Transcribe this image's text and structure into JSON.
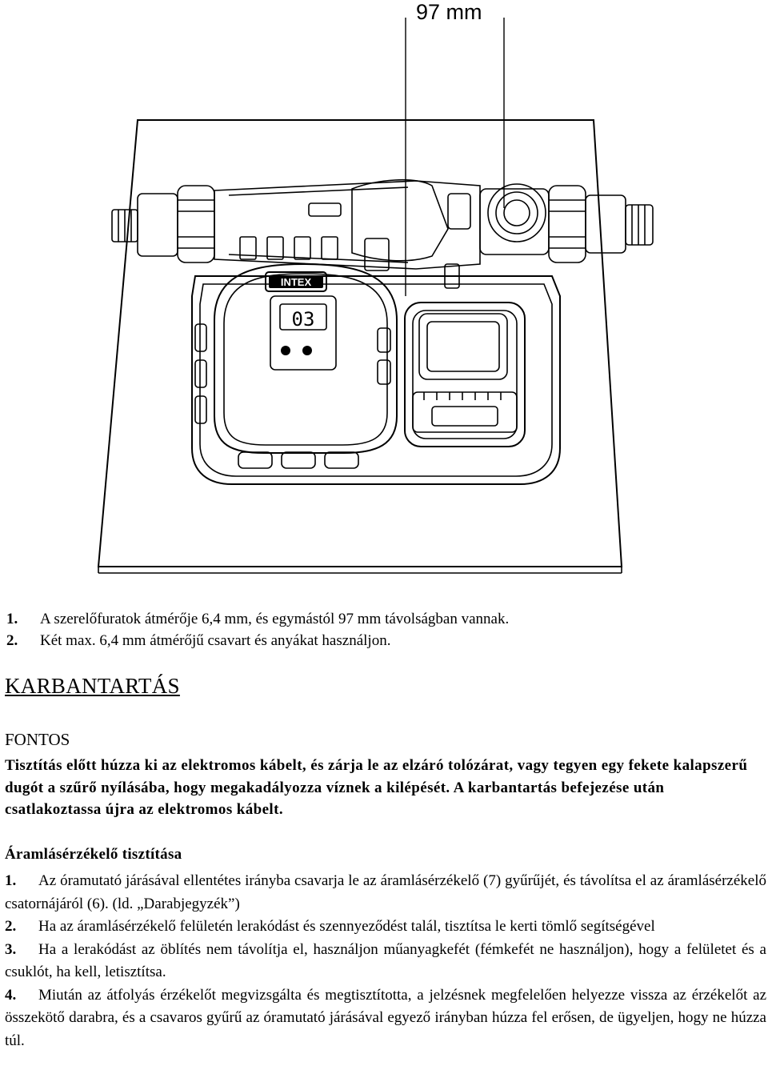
{
  "figure": {
    "dimension_label": "97 mm",
    "brand_logo": "INTEX",
    "display_value": "03"
  },
  "install_notes": [
    {
      "num": "1.",
      "text": "A szerelőfuratok átmérője 6,4 mm, és egymástól 97 mm távolságban vannak."
    },
    {
      "num": "2.",
      "text": "Két max. 6,4 mm átmérőjű csavart és anyákat használjon."
    }
  ],
  "section_title": "KARBANTARTÁS",
  "important": {
    "heading": "FONTOS",
    "text": "Tisztítás előtt húzza ki az elektromos kábelt, és zárja le az elzáró tolózárat, vagy tegyen egy fekete kalapszerű dugót a szűrő nyílásába, hogy megakadályozza víznek a kilépését. A karbantartás befejezése után csatlakoztassa újra az elektromos kábelt."
  },
  "subsection_title": "Áramlásérzékelő tisztítása",
  "steps": [
    {
      "num": "1.",
      "text": "Az óramutató járásával ellentétes irányba csavarja le az áramlásérzékelő (7) gyűrűjét, és távolítsa el az áramlásérzékelő csatornájáról (6). (ld. „Darabjegyzék”)"
    },
    {
      "num": "2.",
      "text": "Ha az áramlásérzékelő felületén lerakódást és szennyeződést talál, tisztítsa le kerti tömlő segítségével"
    },
    {
      "num": "3.",
      "text": "Ha a lerakódást az öblítés nem távolítja el, használjon műanyagkefét (fémkefét ne használjon), hogy a felületet és a csuklót, ha kell, letisztítsa."
    },
    {
      "num": "4.",
      "text": "Miután az átfolyás érzékelőt megvizsgálta és megtisztította, a jelzésnek megfelelően helyezze vissza az érzékelőt az összekötő darabra, és a csavaros gyűrű az óramutató járásával egyező irányban húzza fel erősen, de ügyeljen, hogy ne húzza túl."
    }
  ]
}
